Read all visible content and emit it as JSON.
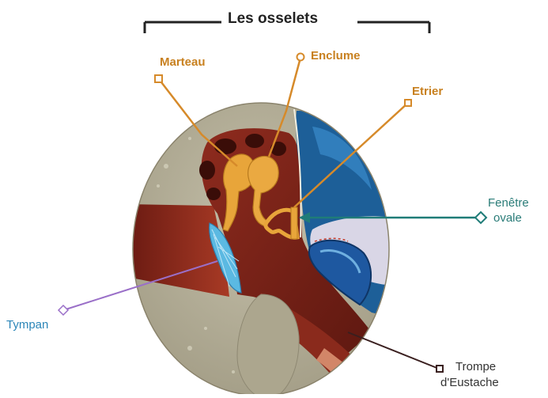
{
  "title": "Les osselets",
  "labels": {
    "marteau": "Marteau",
    "enclume": "Enclume",
    "etrier": "Etrier",
    "fenetre_line1": "Fenêtre",
    "fenetre_line2": "ovale",
    "tympan": "Tympan",
    "trompe_line1": "Trompe",
    "trompe_line2": "d'Eustache"
  },
  "colors": {
    "ossicles": "#e8a53a",
    "leader_orange": "#d68a2a",
    "leader_teal": "#1f7c78",
    "leader_purple": "#9a6fc8",
    "leader_dark": "#3a1f1f",
    "bone": "#b3ad97",
    "cavity": "#7a2218",
    "inner_ear": "#1e6aa6",
    "eardrum": "#59b8e0"
  }
}
